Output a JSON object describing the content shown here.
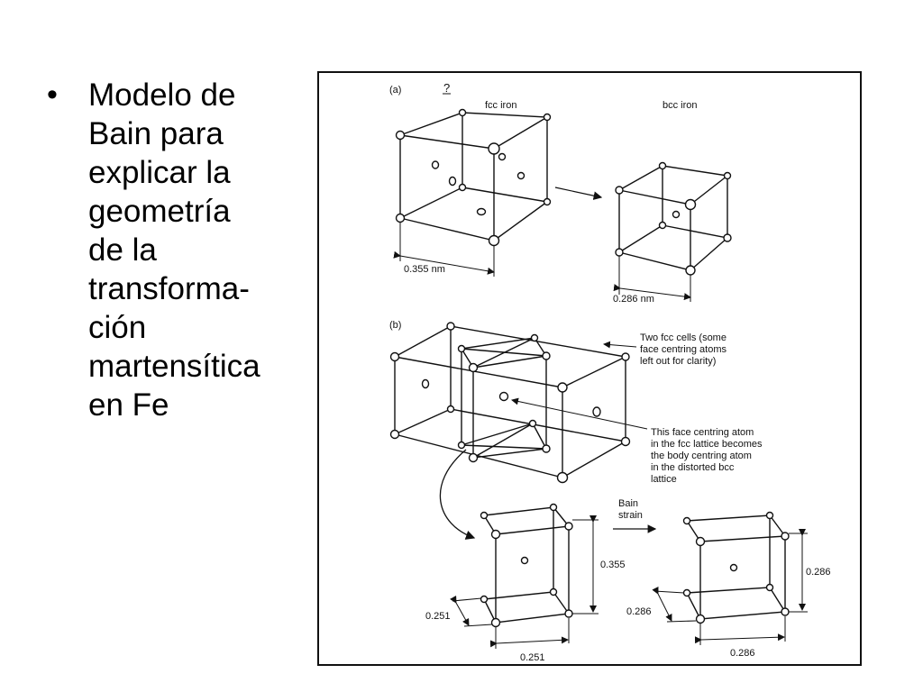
{
  "slide": {
    "bullet_symbol": "•",
    "text_lines": [
      "Modelo de",
      "Bain para",
      "explicar la",
      "geometría",
      "de la",
      "transforma-",
      "ción",
      "martensítica",
      "en Fe"
    ]
  },
  "figure": {
    "part_a": {
      "label": "(a)",
      "mark": "?",
      "fcc_label": "fcc iron",
      "bcc_label": "bcc iron",
      "fcc_dimension": "0.355 nm",
      "bcc_dimension": "0.286 nm"
    },
    "part_b": {
      "label": "(b)",
      "note_fcc_cells": [
        "Two fcc cells (some",
        "face centring atoms",
        "left out for clarity)"
      ],
      "note_centre_atom": [
        "This face centring atom",
        "in the fcc lattice becomes",
        "the body centring atom",
        "in the distorted bcc",
        "lattice"
      ],
      "bain_strain": [
        "Bain",
        "strain"
      ],
      "tetragonal_cell": {
        "height": "0.355",
        "depth": "0.251",
        "width": "0.251"
      },
      "bcc_cell": {
        "height": "0.286",
        "depth": "0.286",
        "width": "0.286"
      }
    }
  }
}
